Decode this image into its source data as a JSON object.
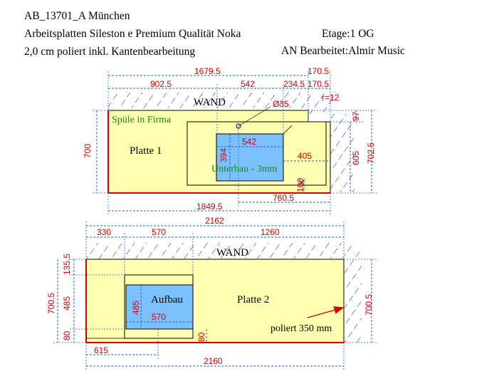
{
  "header": {
    "line1": "AB_13701_A  München",
    "line2": "Arbeitsplatten Sileston e Premium Qualität Noka",
    "line3": "2,0 cm poliert inkl. Kantenbearbeitung",
    "etage": "Etage:1 OG",
    "bearbeiter": "AN Bearbeitet:Almir Music"
  },
  "plate1": {
    "name": "Platte 1",
    "wall": "WAND",
    "sink_note": "Spüle in Firma",
    "mount_note": "Unterbau - 3mm",
    "dims": {
      "total_top": "1679.5",
      "seg1": "902.5",
      "seg2": "542",
      "seg3": "234.5",
      "seg4_top": "170.5",
      "seg4": "170.5",
      "radius": "r=12",
      "hole": "Ø35",
      "inner_width": "542",
      "inner_height": "394",
      "offset_right": "405",
      "offset_bottom": "100",
      "depth_left": "700",
      "depth_right": "605",
      "depth_notch": "97",
      "depth_total": "702.5",
      "sink_to_edge": "760.5",
      "total_bottom": "1849.5"
    }
  },
  "plate2": {
    "name": "Platte 2",
    "wall": "WAND",
    "cutout_label": "Aufbau",
    "polish_note": "poliert 350 mm",
    "dims": {
      "total_top": "2162",
      "seg1": "330",
      "seg2": "570",
      "seg3": "1260",
      "left_top": "135.5",
      "left_mid": "485",
      "left_bottom": "80",
      "left_total": "700.5",
      "right_total": "700.5",
      "cut_height": "485",
      "cut_width": "570",
      "cut_bottom": "80",
      "offset_left": "615",
      "total_bottom": "2160"
    }
  },
  "colors": {
    "plate_fill": "#ffffb0",
    "cutout_fill": "#7cc1ff",
    "dim_text": "#d40000",
    "dim_line": "#1f5fd0",
    "hatch": "#1f3fb0"
  }
}
